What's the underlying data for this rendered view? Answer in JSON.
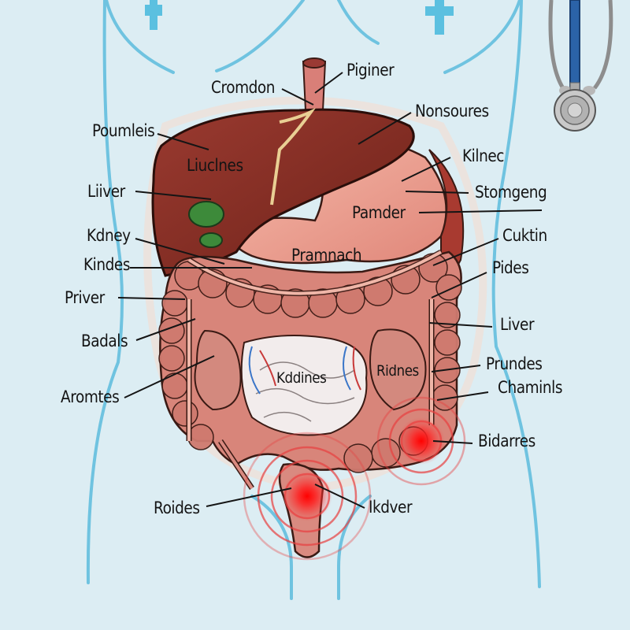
{
  "diagram": {
    "subject": "digestive system anatomy illustration",
    "background_color": "#dcedf3",
    "body_outline_color": "#6fc3e0",
    "pain_highlight_color": "#ff1a1a",
    "icons": [
      "medical-cross-icon",
      "medical-cross-icon",
      "stethoscope-icon"
    ]
  },
  "labels": {
    "cromdon": "Cromdon",
    "piginer": "Piginer",
    "poumleis": "Poumleis",
    "liuclnes": "Liuclnes",
    "nonsoures": "Nonsoures",
    "kilnec": "Kilnec",
    "liiver": "Liiver",
    "stomgeng": "Stomgeng",
    "pamder": "Pamder",
    "kdney": "Kdney",
    "cuktin": "Cuktin",
    "kindes": "Kindes",
    "pramnach": "Pramnach",
    "pides": "Pides",
    "priver": "Priver",
    "liver": "Liver",
    "badals": "Badals",
    "kddines": "Kddines",
    "ridnes": "Ridnes",
    "prundes": "Prundes",
    "chaminls": "Chaminls",
    "aromtes": "Aromtes",
    "bidarres": "Bidarres",
    "roides": "Roides",
    "ikdver": "Ikdver"
  }
}
